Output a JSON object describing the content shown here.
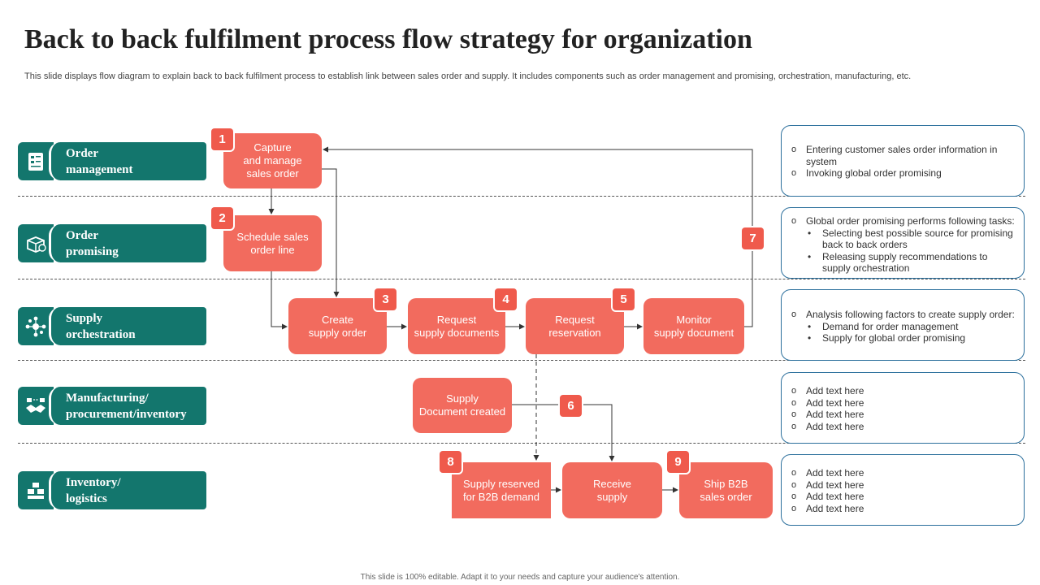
{
  "header": {
    "title": "Back to back fulfilment process flow strategy for organization",
    "subtitle": "This slide displays flow diagram to explain back to  back fulfilment process to establish link between sales order and supply. It includes components such as order management and promising, orchestration, manufacturing, etc."
  },
  "lanes": [
    {
      "label_line1": "Order",
      "label_line2": "management",
      "icon": "order-form-icon"
    },
    {
      "label_line1": "Order",
      "label_line2": "promising",
      "icon": "open-box-icon"
    },
    {
      "label_line1": "Supply",
      "label_line2": "orchestration",
      "icon": "network-icon"
    },
    {
      "label_line1": "Manufacturing/",
      "label_line2": "procurement/inventory",
      "icon": "handshake-icon"
    },
    {
      "label_line1": "Inventory/",
      "label_line2": "logistics",
      "icon": "boxes-icon"
    }
  ],
  "nodes": {
    "capture": {
      "line1": "Capture",
      "line2": "and manage",
      "line3": "sales order"
    },
    "schedule": {
      "line1": "Schedule sales",
      "line2": "order line"
    },
    "create_supply": {
      "line1": "Create",
      "line2": "supply order"
    },
    "request_docs": {
      "line1": "Request",
      "line2": "supply documents"
    },
    "request_res": {
      "line1": "Request",
      "line2": "reservation"
    },
    "monitor": {
      "line1": "Monitor",
      "line2": "supply document"
    },
    "doc_created": {
      "line1": "Supply",
      "line2": "Document created"
    },
    "supply_reserved": {
      "line1": "Supply reserved",
      "line2": "for B2B demand"
    },
    "receive": {
      "line1": "Receive",
      "line2": "supply"
    },
    "ship": {
      "line1": "Ship B2B",
      "line2": "sales order"
    }
  },
  "badges": [
    "1",
    "2",
    "3",
    "4",
    "5",
    "6",
    "7",
    "8",
    "9"
  ],
  "notes": [
    {
      "items": [
        "Entering customer sales order information in system",
        "Invoking global order promising"
      ]
    },
    {
      "items": [
        "Global order promising performs following tasks:"
      ],
      "sub": [
        "Selecting best possible source for promising back to back orders",
        "Releasing supply recommendations to supply orchestration"
      ]
    },
    {
      "items": [
        "Analysis following factors to create supply order:"
      ],
      "sub": [
        "Demand for order management",
        "Supply for global order promising"
      ]
    },
    {
      "items": [
        "Add text here",
        "Add text here",
        "Add text here",
        "Add text here"
      ]
    },
    {
      "items": [
        "Add text here",
        "Add text here",
        "Add text here",
        "Add text here"
      ]
    }
  ],
  "footer": "This slide is 100% editable.  Adapt it to your needs and capture your audience's attention.",
  "colors": {
    "lane": "#13766d",
    "node": "#f26b5e",
    "badge": "#ef5a4c",
    "note_border": "#2b6f9c"
  }
}
